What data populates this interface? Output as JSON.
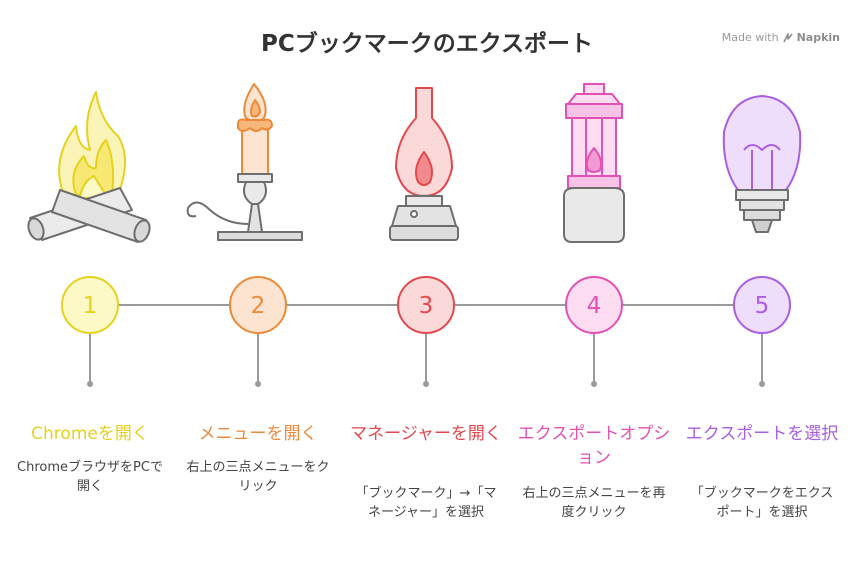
{
  "title": "PCブックマークのエクスポート",
  "watermark": {
    "prefix": "Made with",
    "brand": "Napkin"
  },
  "steps": [
    {
      "number": "1",
      "title": "Chromeを開く",
      "desc": "ChromeブラウザをPCで開く",
      "color": "#e6d11e",
      "fill": "#fdf9c6",
      "icon": "campfire-icon"
    },
    {
      "number": "2",
      "title": "メニューを開く",
      "desc": "右上の三点メニューをクリック",
      "color": "#ec8a3a",
      "fill": "#fde4d0",
      "icon": "candle-icon"
    },
    {
      "number": "3",
      "title": "マネージャーを開く",
      "desc": "「ブックマーク」→「マネージャー」を選択",
      "color": "#e2494f",
      "fill": "#fbd9d9",
      "icon": "oil-lamp-icon"
    },
    {
      "number": "4",
      "title": "エクスポートオプション",
      "desc": "右上の三点メニューを再度クリック",
      "color": "#e451b5",
      "fill": "#fbdcf0",
      "icon": "lantern-icon"
    },
    {
      "number": "5",
      "title": "エクスポートを選択",
      "desc": "「ブックマークをエクスポート」を選択",
      "color": "#a95ee3",
      "fill": "#efdefb",
      "icon": "light-bulb-icon"
    }
  ]
}
